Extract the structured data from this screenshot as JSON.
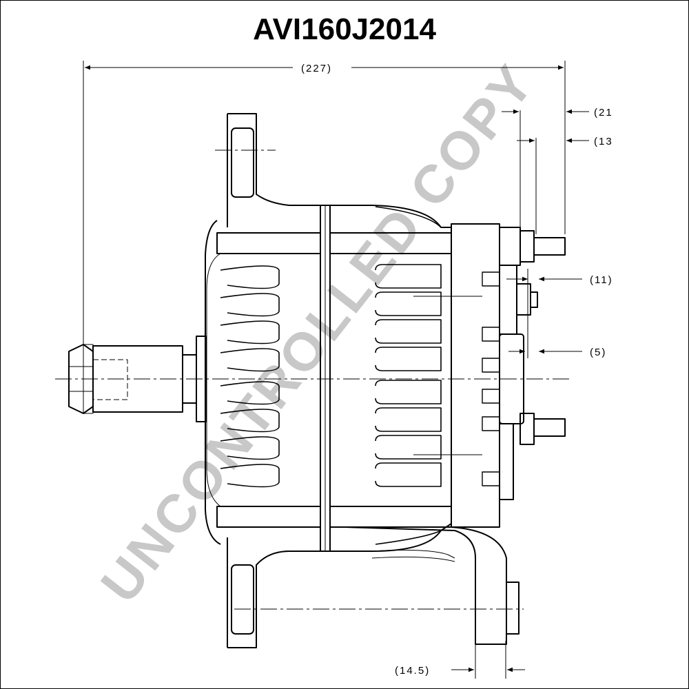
{
  "drawing": {
    "title": "AVI160J2014",
    "watermark": "UNCONTROLLED COPY",
    "dimensions": {
      "overall_length": "(227)",
      "terminal_offset_21": "(21",
      "terminal_offset_13": "(13",
      "terminal_offset_11": "(11)",
      "terminal_offset_5": "(5)",
      "mount_offset": "(14.5)"
    }
  },
  "colors": {
    "line": "#000000",
    "watermark": "#c8c8c8",
    "background": "#ffffff"
  }
}
